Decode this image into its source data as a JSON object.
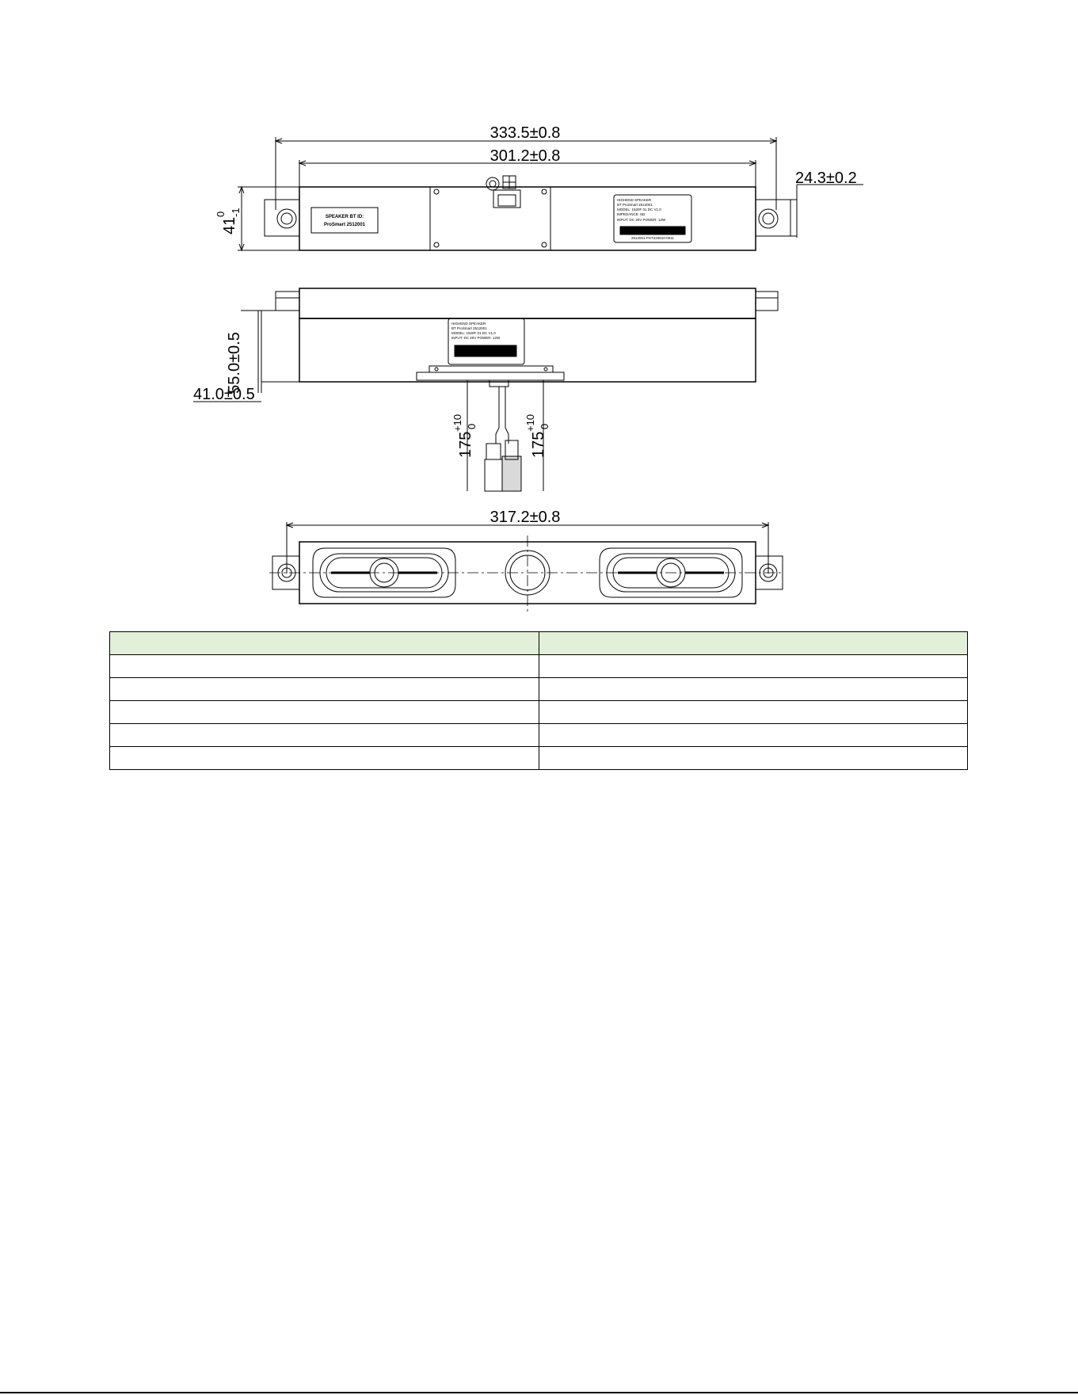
{
  "drawing": {
    "top_view": {
      "dim_overall_width": "333.5±0.8",
      "dim_inner_width": "301.2±0.8",
      "dim_tab_offset": "24.3±0.2",
      "dim_height_main": "41",
      "dim_height_sup": "0",
      "dim_height_sub": "-1",
      "label_left_line1": "SPEAKER BT ID:",
      "label_left_line2": "ProSmart 2512001",
      "label_right_line1": "HIGHEND SPEAKER",
      "label_right_line2": "BT ProSmart 2512001",
      "label_right_line3": "MODEL: 1520F 01  DC V1.0",
      "label_right_line4": "IMPEDANCE: 8Ω",
      "label_right_line5": "INPUT: DC 20V  POWER: 12W",
      "label_right_barcode_text": "2512001-PST220810-0011"
    },
    "side_view": {
      "dim_height": "55.0±0.5",
      "dim_depth": "41.0±0.5",
      "dim_cable_left_main": "175",
      "dim_cable_left_sup": "+10",
      "dim_cable_left_sub": "0",
      "dim_cable_right_main": "175",
      "dim_cable_right_sup": "+10",
      "dim_cable_right_sub": "0",
      "label_line1": "HIGHEND SPEAKER",
      "label_line2": "BT ProSmart 2512001",
      "label_line3": "MODEL: 1520F 01  DC V1.0",
      "label_line4": "INPUT: DC 20V  POWER: 12W"
    },
    "bottom_view": {
      "dim_width": "317.2±0.8"
    }
  },
  "table": {
    "rows": [
      [
        "",
        ""
      ],
      [
        "",
        ""
      ],
      [
        "",
        ""
      ],
      [
        "",
        ""
      ],
      [
        "",
        ""
      ],
      [
        "",
        ""
      ]
    ],
    "header_color": "#e2efd9"
  }
}
